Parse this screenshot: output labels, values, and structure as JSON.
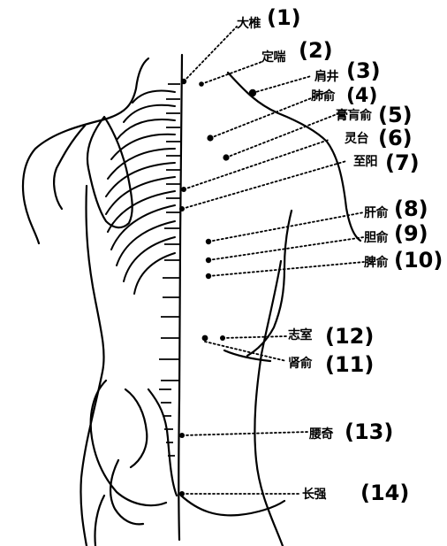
{
  "points": [
    {
      "id": 1,
      "name": "大椎",
      "num": "(1)"
    },
    {
      "id": 2,
      "name": "定喘",
      "num": "(2)"
    },
    {
      "id": 3,
      "name": "肩井",
      "num": "(3)"
    },
    {
      "id": 4,
      "name": "肺俞",
      "num": "(4)"
    },
    {
      "id": 5,
      "name": "膏肓俞",
      "num": "(5)"
    },
    {
      "id": 6,
      "name": "灵台",
      "num": "(6)"
    },
    {
      "id": 7,
      "name": "至阳",
      "num": "(7)"
    },
    {
      "id": 8,
      "name": "肝俞",
      "num": "(8)"
    },
    {
      "id": 9,
      "name": "胆俞",
      "num": "(9)"
    },
    {
      "id": 10,
      "name": "脾俞",
      "num": "(10)"
    },
    {
      "id": 12,
      "name": "志室",
      "num": "(12)"
    },
    {
      "id": 11,
      "name": "肾俞",
      "num": "(11)"
    },
    {
      "id": 13,
      "name": "腰奇",
      "num": "(13)"
    },
    {
      "id": 14,
      "name": "长强",
      "num": "(14)"
    }
  ],
  "colors": {
    "ink": "#000000",
    "paper": "#ffffff"
  }
}
